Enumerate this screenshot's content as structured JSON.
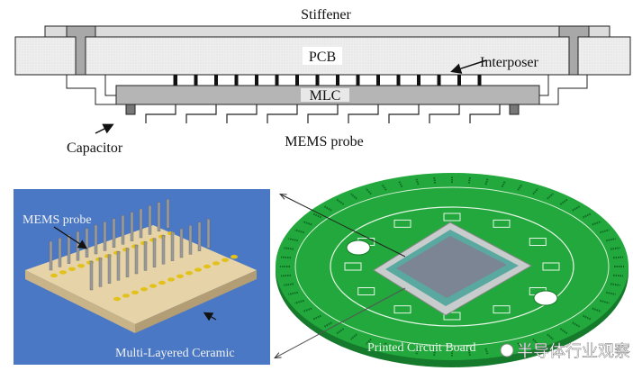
{
  "cross_section": {
    "stiffener": "Stiffener",
    "pcb": "PCB",
    "interposer": "Interposer",
    "mlc": "MLC",
    "capacitor": "Capacitor",
    "mems_probe": "MEMS probe"
  },
  "ceramic_panel": {
    "mems_probe": "MEMS probe",
    "ceramic": "Multi-Layered Ceramic"
  },
  "pcb_render": {
    "label": "Printed Circuit Board"
  },
  "watermark": "半导体行业观察",
  "colors": {
    "panel_blue": "#4a78c4",
    "board_green": "#1fa33a",
    "ceramic": "#e6d3a8"
  }
}
